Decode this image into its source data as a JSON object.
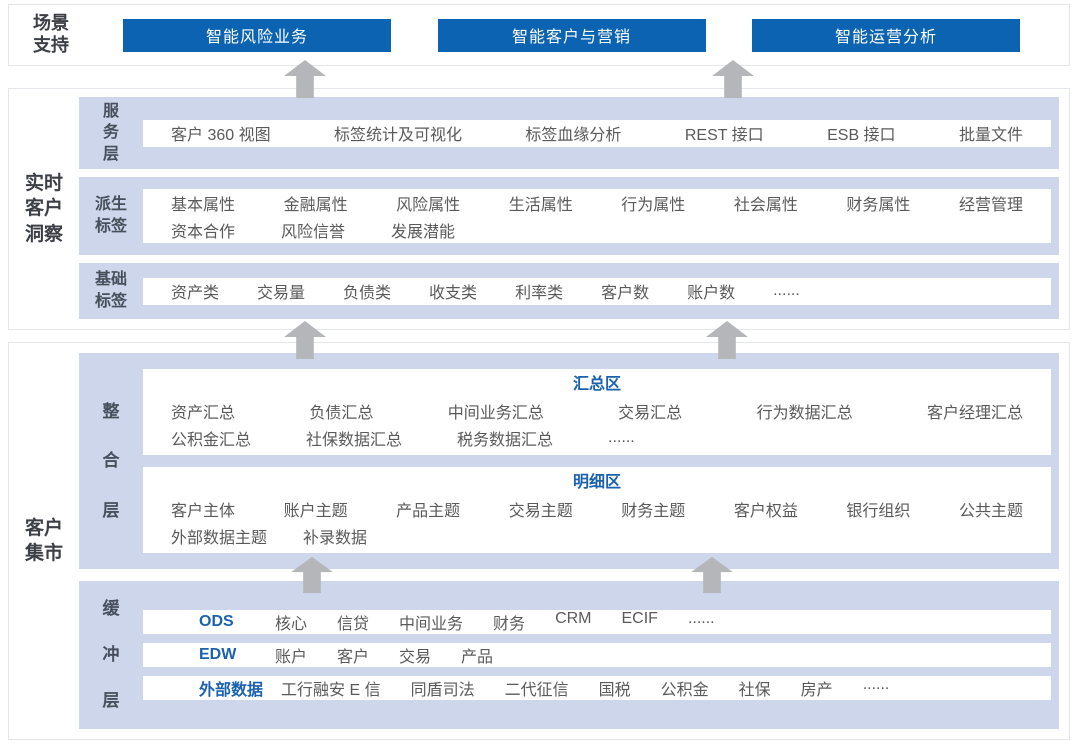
{
  "colors": {
    "primary_blue": "#0b63b1",
    "accent_text_blue": "#1b62ae",
    "band_bg": "#cdd6ea",
    "arrow_gray": "#b4b6b9",
    "item_text": "#5a5a5a"
  },
  "scenario": {
    "label": "场景\n支持",
    "buttons": [
      "智能风险业务",
      "智能客户与营销",
      "智能运营分析"
    ]
  },
  "insight": {
    "label": "实时\n客户\n洞察",
    "service_layer": {
      "label": "服\n务\n层",
      "items": [
        "客户 360 视图",
        "标签统计及可视化",
        "标签血缘分析",
        "REST 接口",
        "ESB 接口",
        "批量文件"
      ]
    },
    "derived_tags": {
      "label": "派生\n标签",
      "rows": [
        [
          "基本属性",
          "金融属性",
          "风险属性",
          "生活属性",
          "行为属性",
          "社会属性",
          "财务属性",
          "经营管理"
        ],
        [
          "资本合作",
          "风险信誉",
          "发展潜能"
        ]
      ]
    },
    "basic_tags": {
      "label": "基础\n标签",
      "items": [
        "资产类",
        "交易量",
        "负债类",
        "收支类",
        "利率类",
        "客户数",
        "账户数",
        "......"
      ]
    }
  },
  "mart": {
    "label": "客户\n集市",
    "integration_layer": {
      "label": "整\n合\n层",
      "summary_zone": {
        "title": "汇总区",
        "rows": [
          [
            "资产汇总",
            "负债汇总",
            "中间业务汇总",
            "交易汇总",
            "行为数据汇总",
            "客户经理汇总"
          ],
          [
            "公积金汇总",
            "社保数据汇总",
            "税务数据汇总",
            "......"
          ]
        ]
      },
      "detail_zone": {
        "title": "明细区",
        "rows": [
          [
            "客户主体",
            "账户主题",
            "产品主题",
            "交易主题",
            "财务主题",
            "客户权益",
            "银行组织",
            "公共主题"
          ],
          [
            "外部数据主题",
            "补录数据"
          ]
        ]
      }
    },
    "buffer_layer": {
      "label": "缓\n冲\n层",
      "rows": [
        {
          "label": "ODS",
          "items": [
            "核心",
            "信贷",
            "中间业务",
            "财务",
            "CRM",
            "ECIF",
            "......"
          ]
        },
        {
          "label": "EDW",
          "items": [
            "账户",
            "客户",
            "交易",
            "产品"
          ]
        },
        {
          "label": "外部数据",
          "items": [
            "工行融安 E 信",
            "同盾司法",
            "二代征信",
            "国税",
            "公积金",
            "社保",
            "房产",
            "......"
          ]
        }
      ]
    }
  }
}
